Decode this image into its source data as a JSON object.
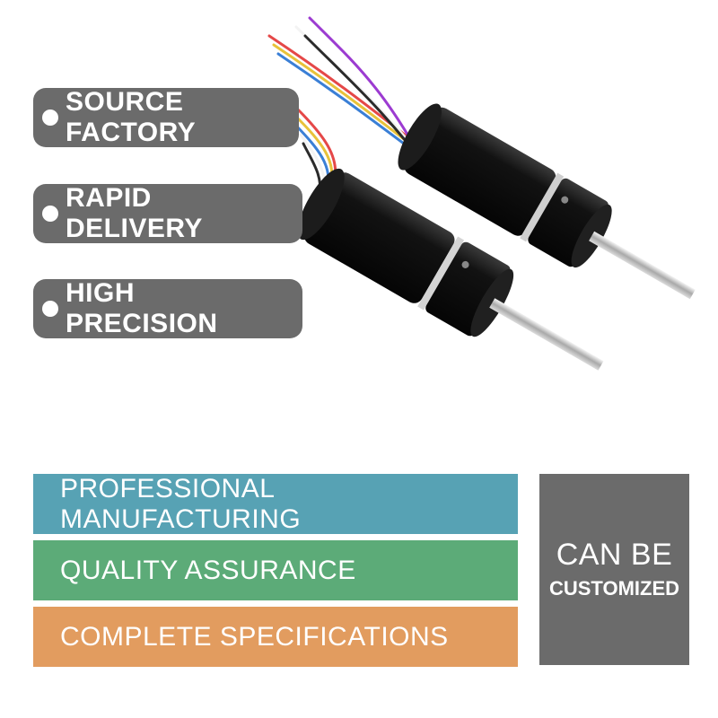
{
  "features": [
    {
      "label": "SOURCE FACTORY"
    },
    {
      "label": "RAPID DELIVERY"
    },
    {
      "label": "HIGH PRECISION"
    }
  ],
  "bars": [
    {
      "label": "PROFESSIONAL MANUFACTURING",
      "color": "#57a2b4"
    },
    {
      "label": "QUALITY ASSURANCE",
      "color": "#5cab78"
    },
    {
      "label": "COMPLETE SPECIFICATIONS",
      "color": "#e29c5f"
    }
  ],
  "customization": {
    "line1": "CAN BE",
    "line2": "CUSTOMIZED",
    "color": "#6b6b6b"
  },
  "colors": {
    "pill_background": "#6b6b6b",
    "motor_body": "#0d0d0d"
  }
}
